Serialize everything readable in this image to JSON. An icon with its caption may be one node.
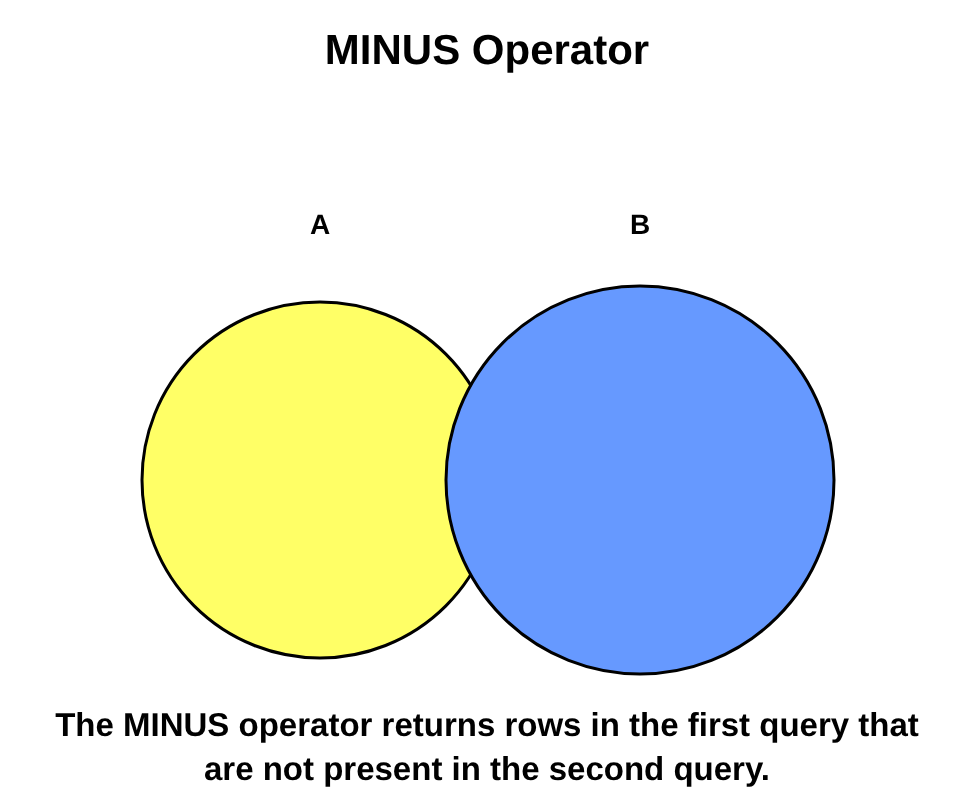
{
  "diagram": {
    "title": "MINUS Operator",
    "caption": "The MINUS operator returns rows in the first query that are not present in the second query.",
    "nodes": [
      {
        "text": [
          "A"
        ]
      },
      {
        "text": [
          "B"
        ]
      }
    ]
  }
}
